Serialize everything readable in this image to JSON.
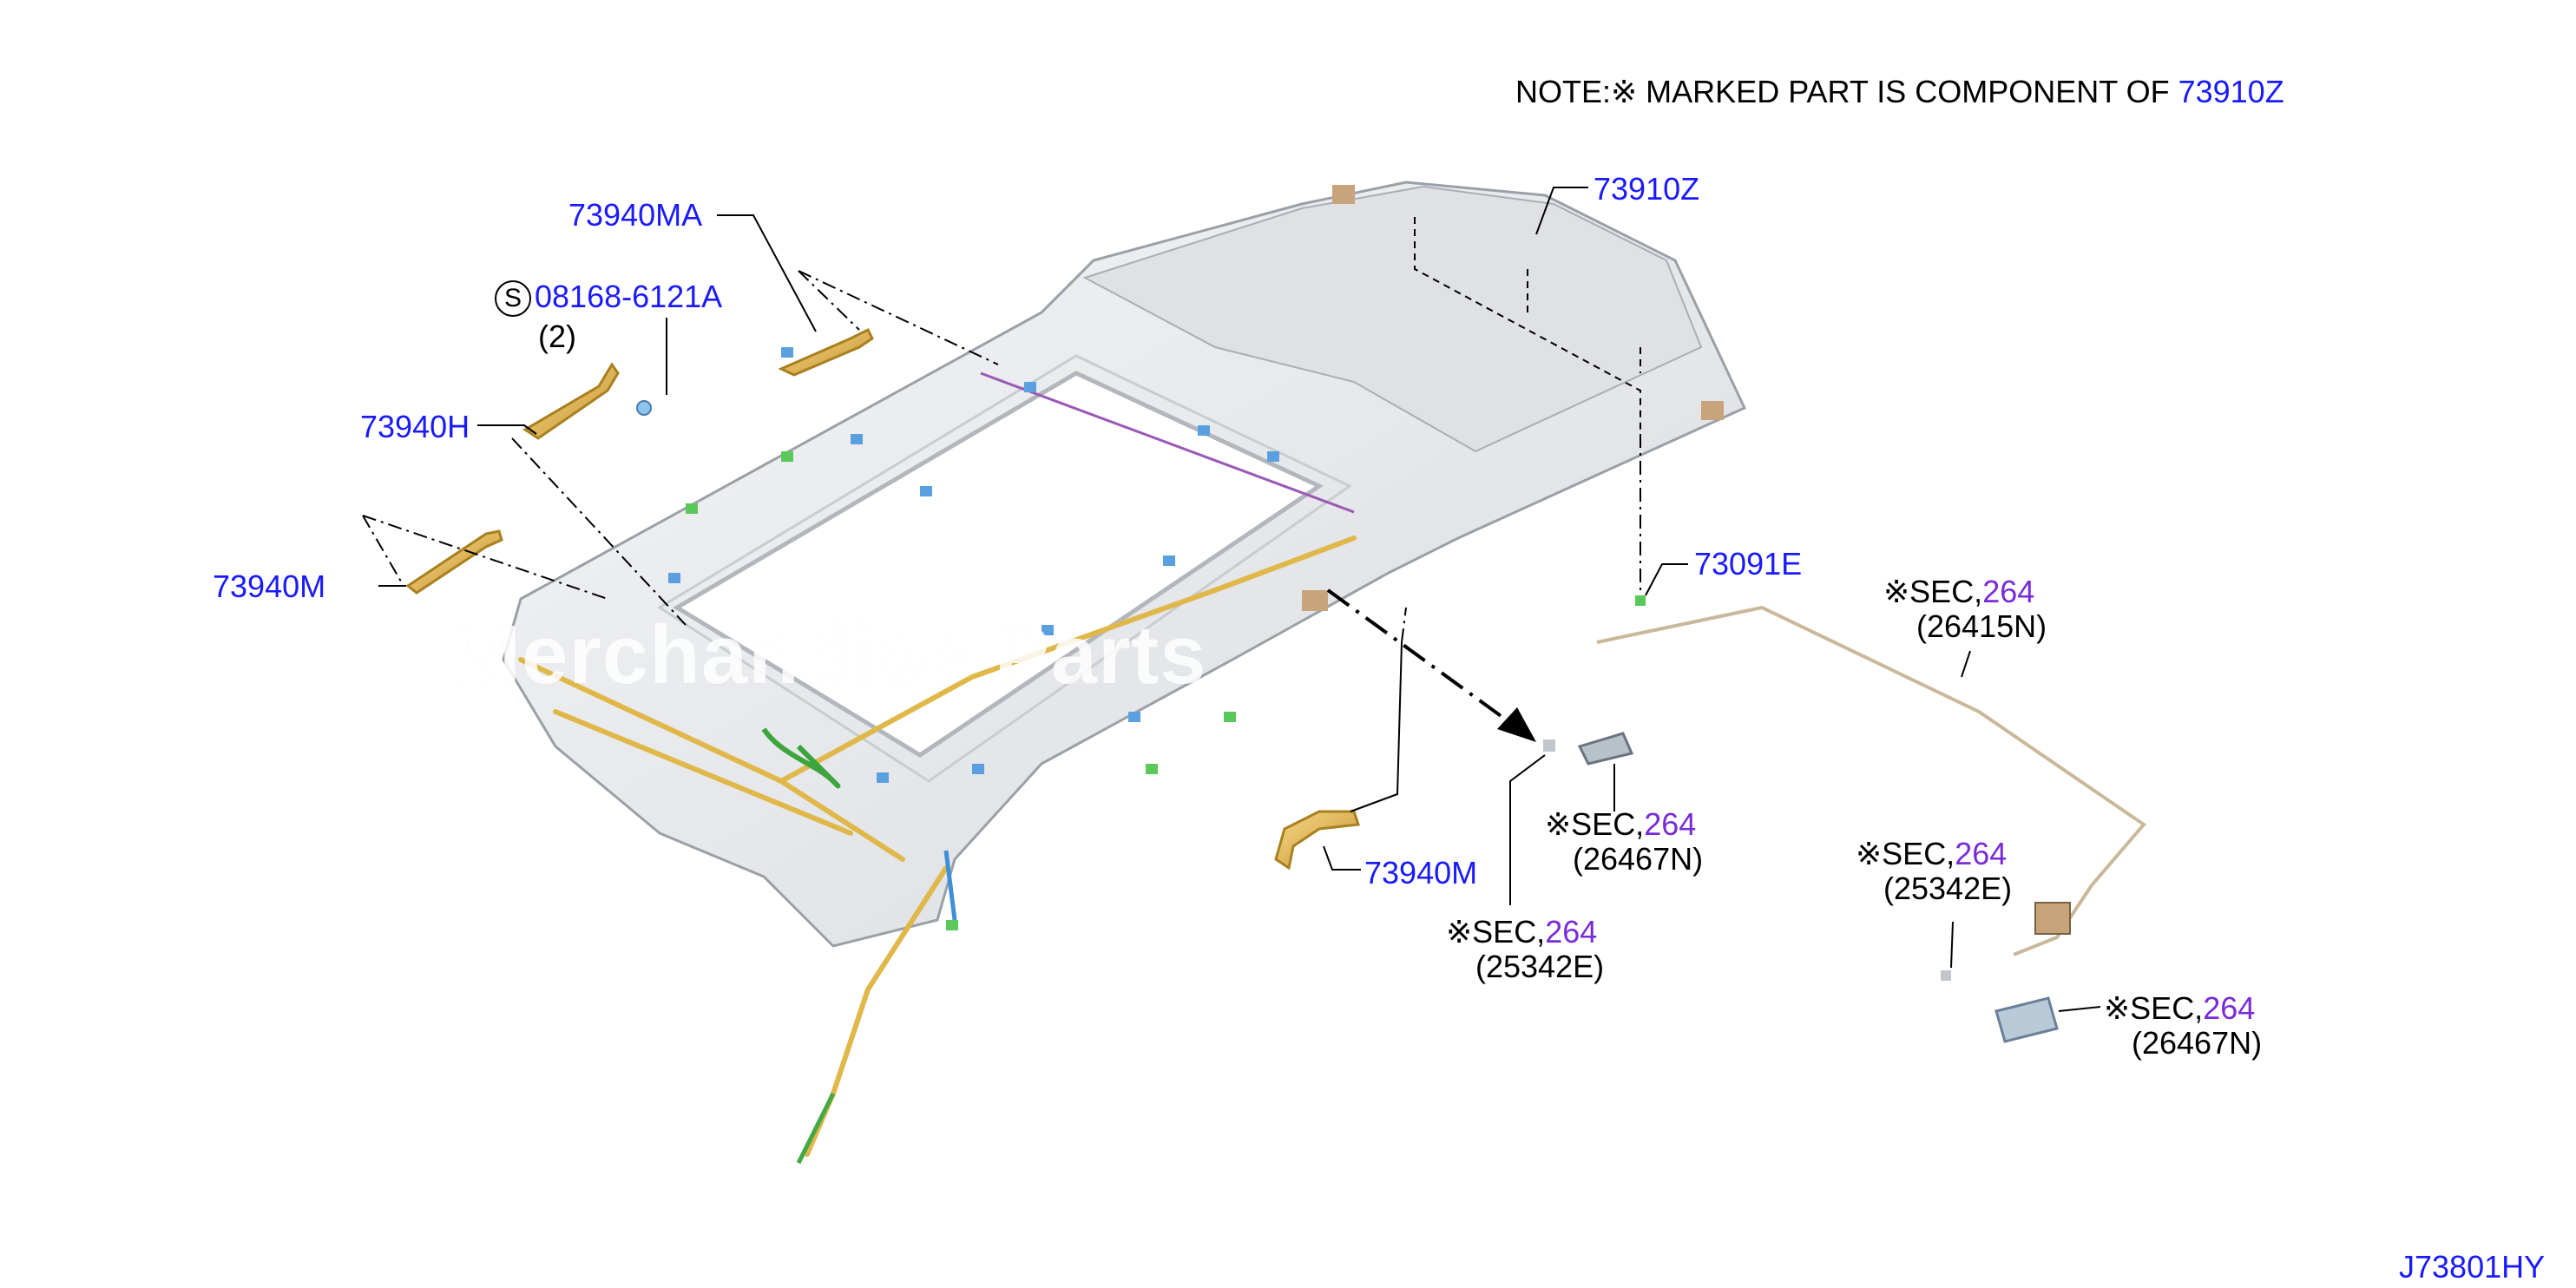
{
  "note": {
    "prefix": "NOTE:※ MARKED PART IS COMPONENT OF ",
    "ref": "73910Z"
  },
  "parts": {
    "headlining": "73910Z",
    "grip_rear_left": "73940MA",
    "screw": "08168-6121A",
    "screw_qty": "(2)",
    "screw_symbol": "S",
    "grip_bracket": "73940H",
    "grip_front_left": "73940M",
    "clip": "73091E",
    "grip_right": "73940M"
  },
  "sec_refs": [
    {
      "prefix": "※SEC,",
      "num": "264",
      "code": "(26415N)"
    },
    {
      "prefix": "※SEC,",
      "num": "264",
      "code": "(26467N)"
    },
    {
      "prefix": "※SEC,",
      "num": "264",
      "code": "(25342E)"
    },
    {
      "prefix": "※SEC,",
      "num": "264",
      "code": "(25342E)"
    },
    {
      "prefix": "※SEC,",
      "num": "264",
      "code": "(26467N)"
    }
  ],
  "watermark": "Merchandise Parts",
  "diagram_id": "J73801HY",
  "colors": {
    "part_number": "#1a1aff",
    "section_number": "#7a2bd8",
    "headlining_fill": "#e6e7ea",
    "harness": "#e0b84a"
  }
}
